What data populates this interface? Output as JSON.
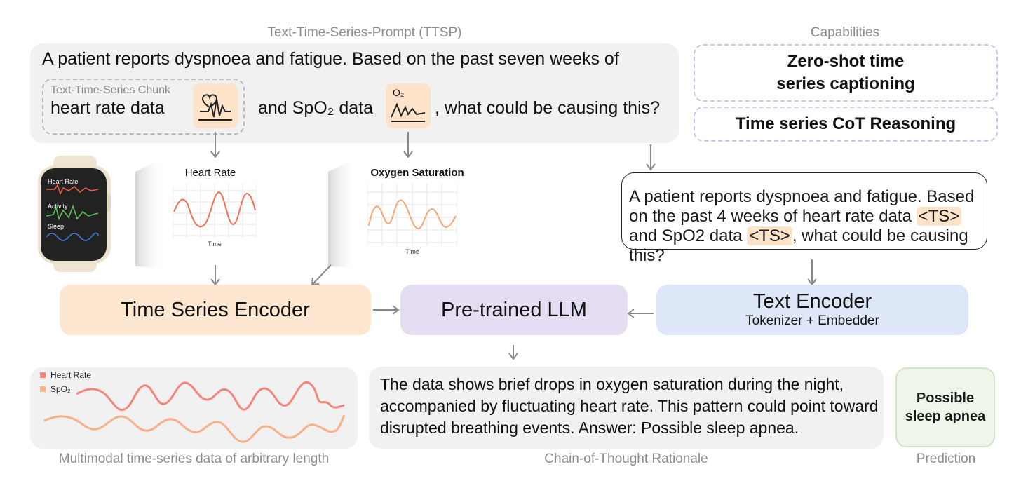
{
  "ttsp": {
    "caption": "Text-Time-Series-Prompt (TTSP)",
    "line1": "A patient reports dyspnoea and fatigue. Based on the past seven weeks of",
    "chunk_label": "Text-Time-Series Chunk",
    "heart_rate_text": "heart rate data",
    "and_spo2_text": "and SpO₂ data",
    "o2_icon_label": "O₂",
    "question_tail": ", what could be causing this?"
  },
  "capabilities": {
    "caption": "Capabilities",
    "items": [
      "Zero-shot time series captioning",
      "Time series CoT Reasoning"
    ]
  },
  "watch": {
    "rows": [
      "Heart Rate",
      "Activity",
      "Sleep"
    ],
    "colors": [
      "#e8604c",
      "#5cc05a",
      "#4a7be0"
    ]
  },
  "charts": [
    {
      "title": "Heart Rate",
      "xlabel": "Time",
      "color": "#f26f55"
    },
    {
      "title": "Oxygen Saturation",
      "xlabel": "Time",
      "color": "#f6a674"
    }
  ],
  "prompt": {
    "part1": "A patient reports dyspnoea and fatigue. Based on the past 4 weeks of heart rate data ",
    "ts_token": "<TS>",
    "part2": " and SpO2 data ",
    "part3": ",  what could be causing this?"
  },
  "encoders": {
    "time_series": "Time Series Encoder",
    "llm": "Pre-trained LLM",
    "text": "Text Encoder",
    "text_sub": "Tokenizer + Embedder"
  },
  "multimodal": {
    "caption": "Multimodal time-series data of arbitrary length",
    "legend": [
      "Heart Rate",
      "SpO₂"
    ],
    "colors": [
      "#f5857a",
      "#f8b089"
    ]
  },
  "rationale": {
    "caption": "Chain-of-Thought Rationale",
    "text": "The data shows brief drops in oxygen saturation during the night, accompanied by fluctuating heart rate. This pattern could point toward disrupted breathing events. Answer: Possible sleep apnea."
  },
  "prediction": {
    "caption": "Prediction",
    "text": "Possible sleep apnea"
  }
}
